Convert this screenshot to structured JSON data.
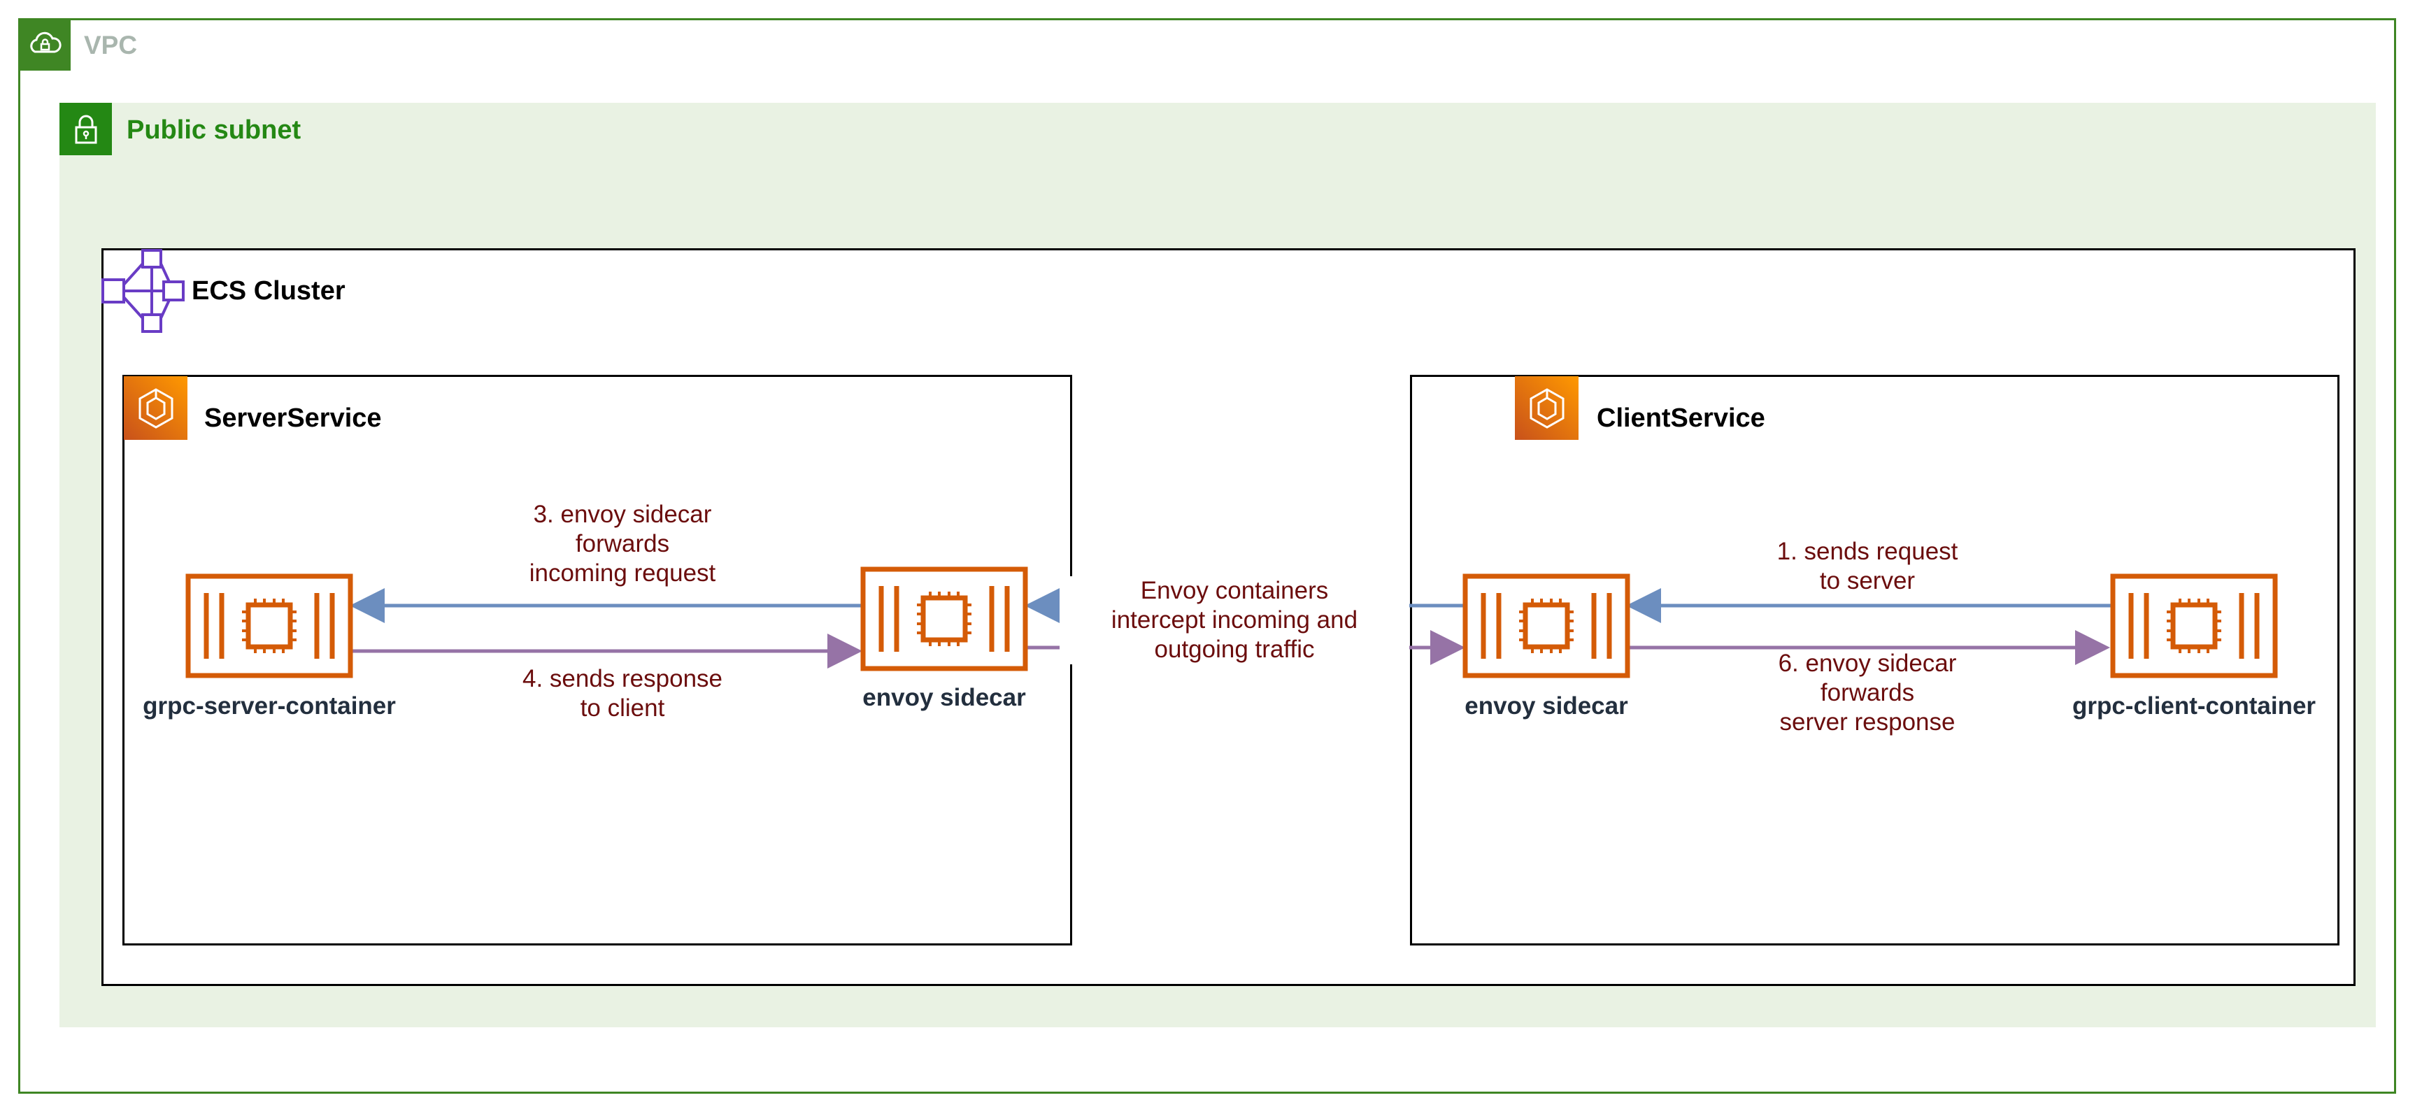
{
  "vpc": {
    "label": "VPC",
    "icon": "cloud-lock-icon",
    "color": "#3f8624"
  },
  "subnet": {
    "label": "Public subnet",
    "icon": "padlock-icon",
    "color": "#248814"
  },
  "cluster": {
    "label": "ECS Cluster",
    "icon": "ecs-cluster-icon",
    "color": "#693cc5"
  },
  "services": {
    "server": {
      "label": "ServerService",
      "icon": "ecs-service-icon"
    },
    "client": {
      "label": "ClientService",
      "icon": "ecs-service-icon"
    }
  },
  "containers": {
    "grpc_server": {
      "label": "grpc-server-container",
      "icon": "container-chip-icon"
    },
    "server_envoy": {
      "label": "envoy sidecar",
      "icon": "container-chip-icon"
    },
    "client_envoy": {
      "label": "envoy sidecar",
      "icon": "container-chip-icon"
    },
    "grpc_client": {
      "label": "grpc-client-container",
      "icon": "container-chip-icon"
    }
  },
  "edges": {
    "step1": "1. sends request\nto server",
    "step3": "3. envoy sidecar\nforwards\nincoming request",
    "step4": "4. sends response\nto client",
    "step6": "6. envoy sidecar\nforwards\nserver response",
    "middle": "Envoy containers\nintercept incoming and\noutgoing traffic"
  },
  "colors": {
    "request_arrow": "#6c8ebf",
    "response_arrow": "#9673a6",
    "container_orange": "#d45b07",
    "service_orange": "#ed7100",
    "edge_label": "#6b0d0d"
  }
}
